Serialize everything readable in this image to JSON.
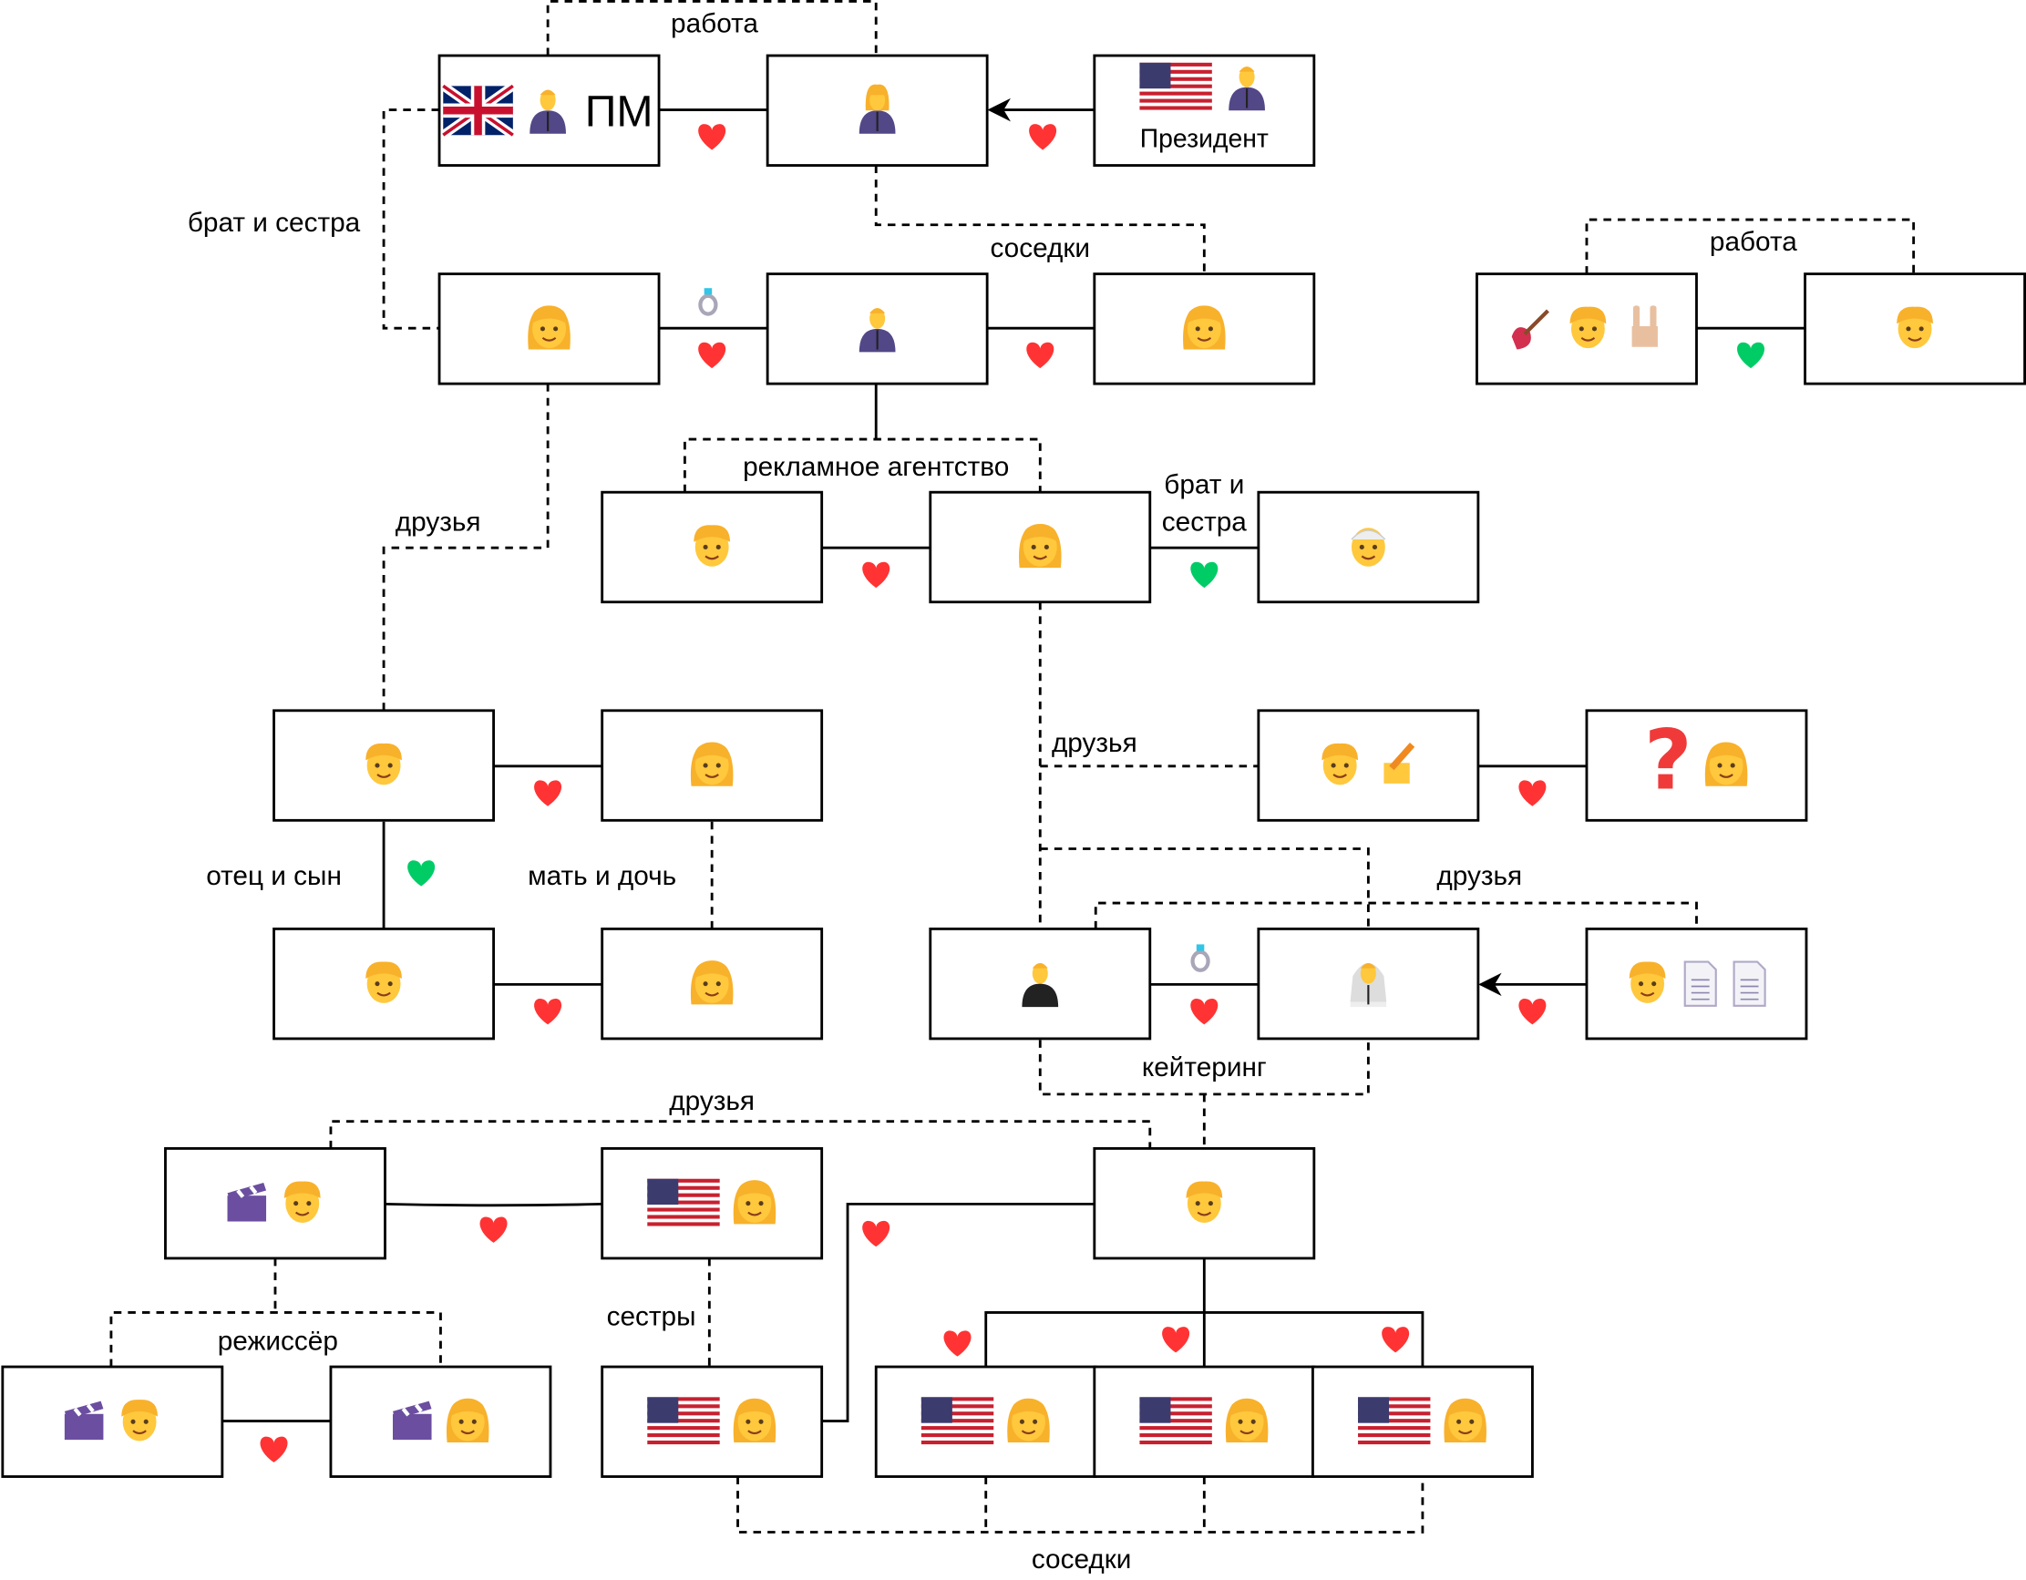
{
  "colors": {
    "heart_red": "#ff3333",
    "heart_green": "#00cc66",
    "line": "#000000"
  },
  "labels": {
    "work_top": "работа",
    "siblings_left": "брат и сестра",
    "neighbors_top": "соседки",
    "work_right": "работа",
    "ad_agency": "рекламное агентство",
    "siblings_mid_1": "брат и",
    "siblings_mid_2": "сестра",
    "friends_left": "друзья",
    "friends_mid": "друзья",
    "father_son": "отец и сын",
    "mother_daughter": "мать и дочь",
    "friends_right": "друзья",
    "catering": "кейтеринг",
    "friends_bottom": "друзья",
    "director": "режиссёр",
    "sisters": "сестры",
    "neighbors_bottom": "соседки"
  },
  "boxes": [
    {
      "id": "pm",
      "icons": [
        "uk-flag",
        "man-suit"
      ],
      "text": "ПМ"
    },
    {
      "id": "b",
      "icons": [
        "woman-suit"
      ]
    },
    {
      "id": "president",
      "icons": [
        "us-flag",
        "man-suit"
      ],
      "text": "Президент"
    },
    {
      "id": "d",
      "icons": [
        "woman"
      ]
    },
    {
      "id": "e",
      "icons": [
        "man-suit"
      ]
    },
    {
      "id": "f",
      "icons": [
        "woman"
      ]
    },
    {
      "id": "g",
      "icons": [
        "guitar",
        "man",
        "rock-hand"
      ]
    },
    {
      "id": "h",
      "icons": [
        "man"
      ]
    },
    {
      "id": "i",
      "icons": [
        "man"
      ]
    },
    {
      "id": "j",
      "icons": [
        "woman"
      ]
    },
    {
      "id": "k",
      "icons": [
        "bandaged-face"
      ]
    },
    {
      "id": "l",
      "icons": [
        "man"
      ]
    },
    {
      "id": "m",
      "icons": [
        "woman"
      ]
    },
    {
      "id": "n",
      "icons": [
        "man",
        "writing-hand"
      ]
    },
    {
      "id": "o",
      "icons": [
        "question-mark",
        "woman"
      ]
    },
    {
      "id": "p",
      "icons": [
        "boy"
      ]
    },
    {
      "id": "q",
      "icons": [
        "girl"
      ]
    },
    {
      "id": "r",
      "icons": [
        "man-tuxedo"
      ]
    },
    {
      "id": "s",
      "icons": [
        "bride"
      ]
    },
    {
      "id": "t",
      "icons": [
        "man",
        "document",
        "document"
      ]
    },
    {
      "id": "u",
      "icons": [
        "clapper",
        "man"
      ]
    },
    {
      "id": "v",
      "icons": [
        "us-flag",
        "woman"
      ]
    },
    {
      "id": "w",
      "icons": [
        "man"
      ]
    },
    {
      "id": "x",
      "icons": [
        "clapper",
        "man"
      ]
    },
    {
      "id": "y",
      "icons": [
        "clapper",
        "woman"
      ]
    },
    {
      "id": "z",
      "icons": [
        "us-flag",
        "woman"
      ]
    },
    {
      "id": "aa",
      "icons": [
        "us-flag",
        "woman"
      ]
    },
    {
      "id": "ab",
      "icons": [
        "us-flag",
        "woman"
      ]
    },
    {
      "id": "ac",
      "icons": [
        "us-flag",
        "woman"
      ]
    }
  ],
  "hearts": [
    "red",
    "red",
    "red",
    "red",
    "green",
    "red",
    "green",
    "red",
    "green",
    "red",
    "red",
    "red",
    "red",
    "red",
    "red",
    "red",
    "red",
    "red",
    "red"
  ],
  "rings": [
    "ring-icon",
    "ring-icon"
  ]
}
